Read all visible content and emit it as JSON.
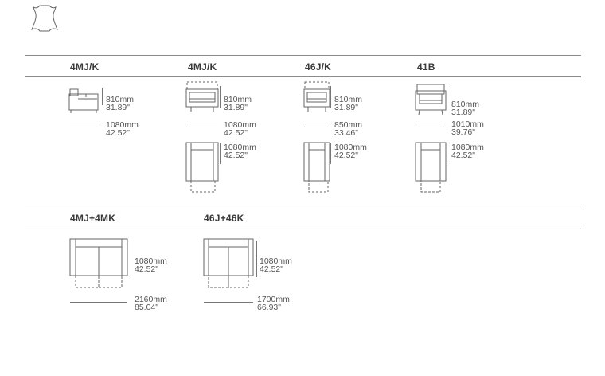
{
  "icon": "leather-hide-icon",
  "sections": [
    {
      "codes": [
        "4MJ/K",
        "4MJ/K",
        "46J/K",
        "41B"
      ]
    },
    {
      "codes": [
        "4MJ+4MK",
        "46J+46K"
      ]
    }
  ],
  "dims": {
    "r1c1_h": [
      "810mm",
      "31.89\""
    ],
    "r1c1_w": [
      "1080mm",
      "42.52\""
    ],
    "r1c2_h": [
      "810mm",
      "31.89\""
    ],
    "r1c2_w": [
      "1080mm",
      "42.52\""
    ],
    "r1c2_d": [
      "1080mm",
      "42.52\""
    ],
    "r1c3_h": [
      "810mm",
      "31.89\""
    ],
    "r1c3_w": [
      "850mm",
      "33.46\""
    ],
    "r1c3_d": [
      "1080mm",
      "42.52\""
    ],
    "r1c4_h": [
      "810mm",
      "31.89\""
    ],
    "r1c4_w": [
      "1010mm",
      "39.76\""
    ],
    "r1c4_d": [
      "1080mm",
      "42.52\""
    ],
    "r2c1_d": [
      "1080mm",
      "42.52\""
    ],
    "r2c1_w": [
      "2160mm",
      "85.04\""
    ],
    "r2c2_d": [
      "1080mm",
      "42.52\""
    ],
    "r2c2_w": [
      "1700mm",
      "66.93\""
    ]
  }
}
